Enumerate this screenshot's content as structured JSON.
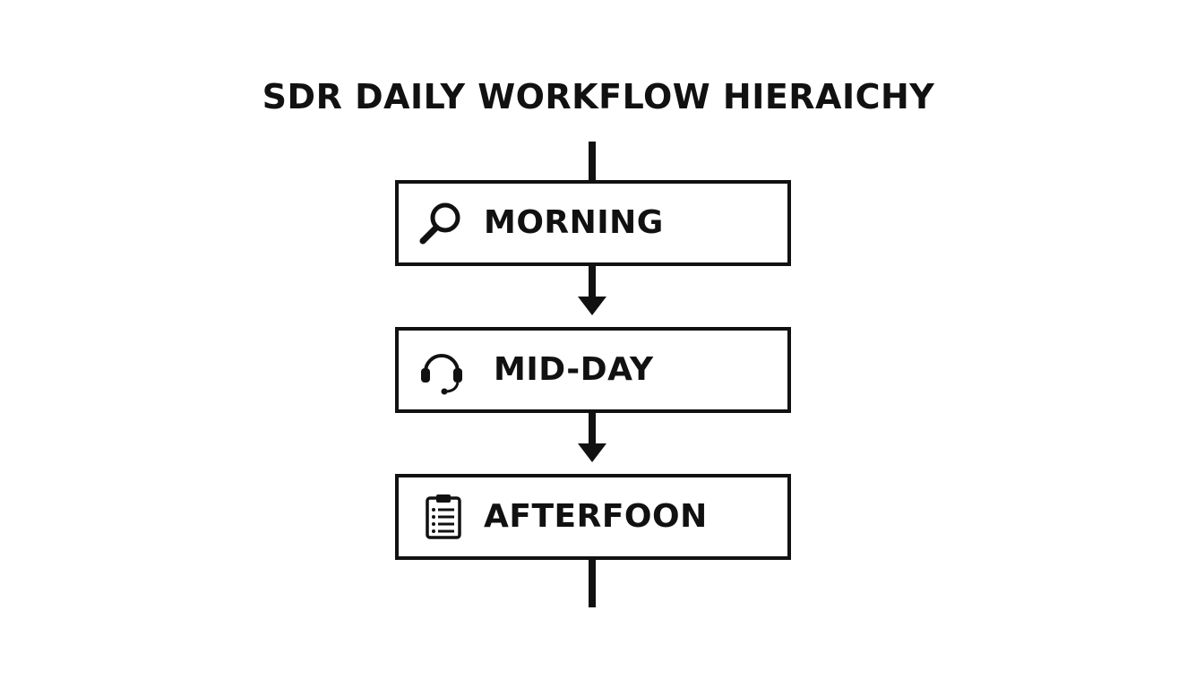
{
  "diagram": {
    "title": "SDR DAILY WORKFLOW HIERAICHY",
    "steps": [
      {
        "label": "MORNING",
        "icon": "magnifying-glass-icon"
      },
      {
        "label": "MID-DAY",
        "icon": "headset-icon"
      },
      {
        "label": "AFTERFOON",
        "icon": "clipboard-checklist-icon"
      }
    ],
    "colors": {
      "stroke": "#111111",
      "background": "#ffffff"
    }
  }
}
